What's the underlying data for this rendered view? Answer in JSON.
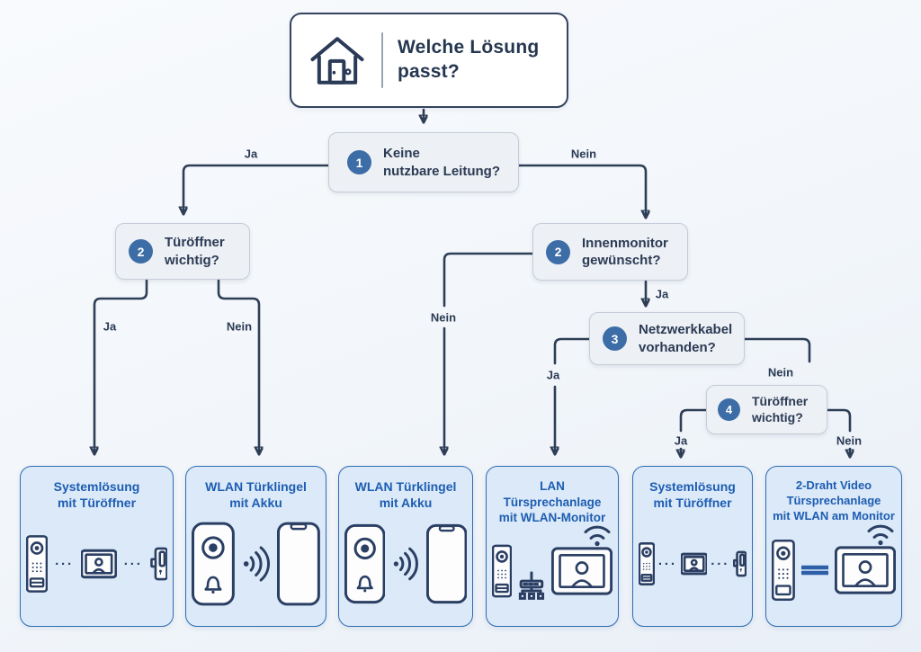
{
  "header": {
    "title": "Welche Lösung\npasst?"
  },
  "decisions": {
    "d1": {
      "number": "1",
      "question": "Keine\nnutzbare Leitung?"
    },
    "d2_left": {
      "number": "2",
      "question": "Türöffner\nwichtig?"
    },
    "d2_right": {
      "number": "2",
      "question": "Innenmonitor\ngewünscht?"
    },
    "d3": {
      "number": "3",
      "question": "Netzwerkkabel\nvorhanden?"
    },
    "d4": {
      "number": "4",
      "question": "Türöffner\nwichtig?"
    }
  },
  "edge_labels": {
    "d1_ja": "Ja",
    "d1_nein": "Nein",
    "d2l_ja": "Ja",
    "d2l_nein": "Nein",
    "d2r_nein": "Nein",
    "d2r_ja": "Ja",
    "d3_ja": "Ja",
    "d3_nein": "Nein",
    "d4_ja": "Ja",
    "d4_nein": "Nein"
  },
  "outcomes": {
    "o1": {
      "title": "Systemlösung\nmit Türöffner"
    },
    "o2": {
      "title": "WLAN Türklingel\nmit Akku"
    },
    "o3": {
      "title": "WLAN Türklingel\nmit Akku"
    },
    "o4": {
      "title": "LAN Türsprechanlage\nmit WLAN-Monitor"
    },
    "o5": {
      "title": "Systemlösung\nmit Türöffner"
    },
    "o6": {
      "title": "2-Draht Video\nTürsprechanlage\nmit WLAN am Monitor"
    }
  },
  "icon_names": {
    "connector_dots": "···"
  },
  "colors": {
    "line": "#2e3e57",
    "accent_circle": "#3c6da6",
    "outcome_border": "#2f6cb4",
    "outcome_fill": "#dbe9f8",
    "outcome_title": "#1d5db2",
    "decision_fill": "#edf0f4",
    "two_wire": "#2d5fa8"
  }
}
